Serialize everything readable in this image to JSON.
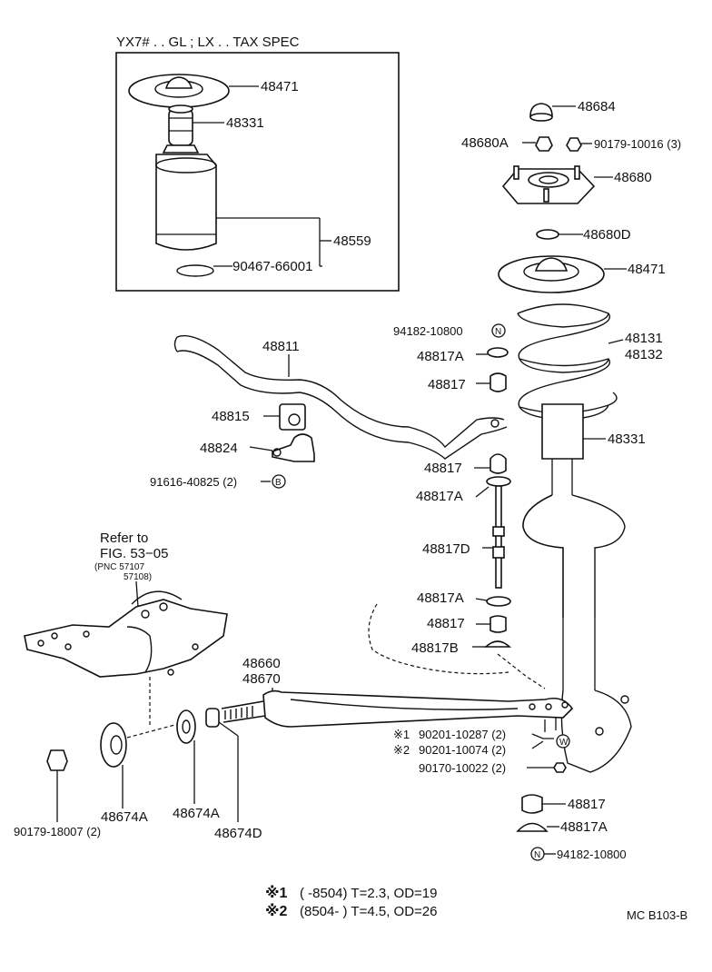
{
  "header": {
    "spec_note": "YX7# . . GL ; LX . . TAX SPEC"
  },
  "inset": {
    "labels": {
      "insulator": "48471",
      "bumper": "48331",
      "boot": "48559",
      "clip": "90467-66001"
    }
  },
  "mount": {
    "labels": {
      "cap": "48684",
      "nut_a": "48680A",
      "nut": "90179-10016 (3)",
      "support": "48680",
      "bearing": "48680D",
      "insulator": "48471"
    }
  },
  "spring": {
    "label_a": "48131",
    "label_b": "48132",
    "nut_label": "94182-10800",
    "nut_symbol": "N"
  },
  "strut": {
    "label": "48331"
  },
  "stabilizer": {
    "bar": "48811",
    "bushing": "48815",
    "bracket": "48824",
    "bolt": "91616-40825 (2)",
    "bolt_symbol": "B"
  },
  "link": {
    "cushion_a_upper": "48817A",
    "cushion_upper": "48817",
    "cushion_2": "48817",
    "retainer_a": "48817A",
    "link_rod": "48817D",
    "retainer_a_lower": "48817A",
    "cushion_lower": "48817",
    "retainer_b": "48817B"
  },
  "refer": {
    "line1": "Refer to",
    "line2": "FIG. 53−05",
    "pnc1": "(PNC 57107",
    "pnc2": "57108)"
  },
  "arm": {
    "label_a": "48660",
    "label_b": "48670"
  },
  "bolts": {
    "mark1": "※1",
    "bolt1": "90201-10287 (2)",
    "mark2": "※2",
    "bolt2": "90201-10074 (2)",
    "bolt3": "90170-10022 (2)",
    "w_symbol": "W"
  },
  "bottom": {
    "cushion": "48817",
    "retainer": "48817A",
    "nut": "94182-10800",
    "nut_symbol": "N"
  },
  "lower_left": {
    "nut": "90179-18007 (2)",
    "washer1": "48674A",
    "washer2": "48674A",
    "spacer": "48674D"
  },
  "footnotes": [
    {
      "mark": "※1",
      "text": "(       -8504)  T=2.3,  OD=19"
    },
    {
      "mark": "※2",
      "text": "(8504-          )  T=4.5,  OD=26"
    }
  ],
  "figure_code": "MC B103-B"
}
